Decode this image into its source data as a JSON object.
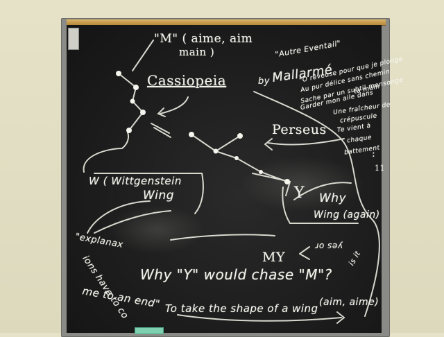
{
  "board": {
    "texts": {
      "m_aime": "\"M\" ( aime, aim",
      "main": "main )",
      "cassiopeia": "Cassiopeia",
      "perseus": "Perseus",
      "autre_eventail": "\"Autre Eventail\"",
      "by": "by",
      "mallarme": "Mallarmé",
      "poem_1": "\"O rêveuse pour que je plonge",
      "poem_2": "Au pur délice sans chemin",
      "poem_3": "Sache par un subtil mensonge",
      "poem_4": "Garder mon aile dans",
      "poem_5": "ta main",
      "poem_6": "Une fraîcheur de",
      "poem_7": "crépuscule",
      "poem_8": "Te vient à",
      "poem_9": "chaque",
      "poem_10": "battement",
      "dots": ":",
      "eleven": "11",
      "w_wittgenstein": "W ( Wittgenstein",
      "wing": "Wing",
      "y_letter": "Y",
      "why": "Why",
      "wing_again": "Wing (again)",
      "explanations_1": "\"explanax",
      "explanations_2": "ions have to co",
      "explanations_3": "me to an end\"",
      "my": "MY",
      "yes_or": "yes or",
      "is_it": "is it",
      "why_y_chase_m": "Why \"Y\" would chase \"M\"?",
      "aim_aime": "(aim, aime)",
      "shape_of_wing": "To take the shape of a wing"
    }
  }
}
